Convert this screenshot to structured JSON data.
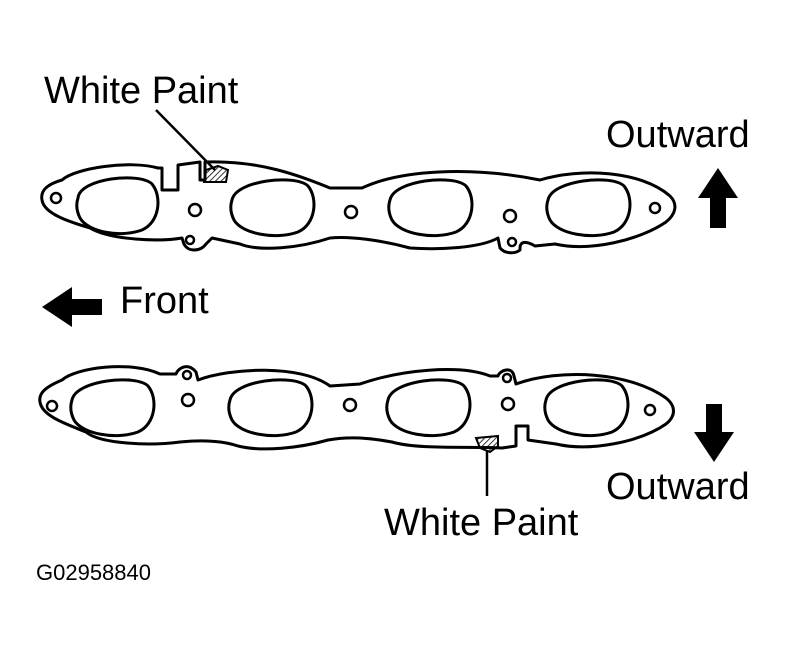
{
  "labels": {
    "white_paint_top": "White Paint",
    "outward_top": "Outward",
    "front": "Front",
    "outward_bottom": "Outward",
    "white_paint_bottom": "White Paint",
    "figure_code": "G02958840"
  },
  "colors": {
    "ink": "#000000",
    "background": "#ffffff"
  },
  "icons": {
    "outward_top": "arrow-up-icon",
    "front": "arrow-left-icon",
    "outward_bottom": "arrow-down-icon"
  }
}
